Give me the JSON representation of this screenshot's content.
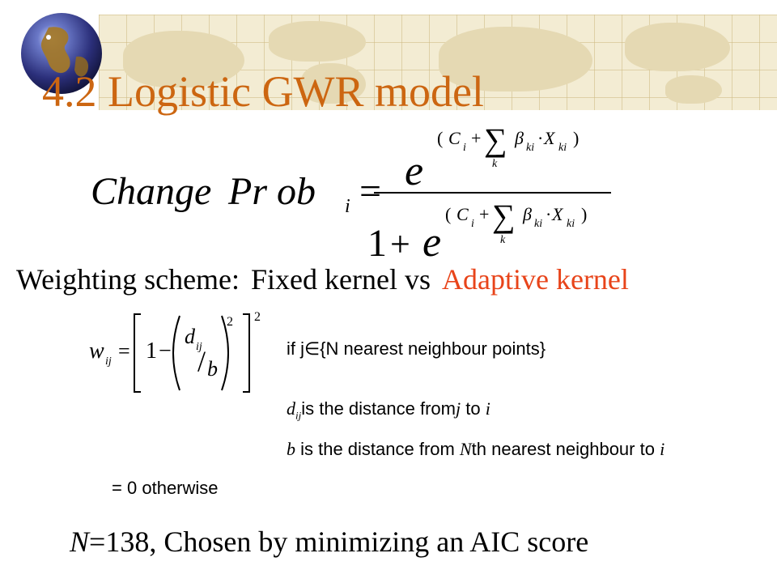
{
  "slide": {
    "title": "4.2 Logistic GWR model",
    "accent_color": "#cc6611",
    "highlight_color": "#e8441a",
    "icons": [
      "globe-icon",
      "world-map-banner"
    ]
  },
  "formula": {
    "lhs_change": "Change",
    "lhs_prob": "Pr ob",
    "lhs_sub": "i",
    "equals": "=",
    "numerator_base": "e",
    "denominator_one": "1",
    "plus": "+",
    "denominator_base": "e",
    "exp_open": "(",
    "exp_C": "C",
    "exp_C_sub": "i",
    "exp_plus": "+",
    "exp_sum": "∑",
    "exp_sum_sub": "k",
    "exp_beta": "β",
    "exp_beta_sub": "ki",
    "exp_dot": "·",
    "exp_X": "X",
    "exp_X_sub": "ki",
    "exp_close": ")"
  },
  "weighting": {
    "label": "Weighting scheme:",
    "fixed": "Fixed kernel vs",
    "adaptive": "Adaptive kernel"
  },
  "weight_equation": {
    "w": "w",
    "w_sub": "ij",
    "equals": "=",
    "one": "1",
    "minus": "−",
    "d": "d",
    "d_sub": "ij",
    "slash": "/",
    "b": "b",
    "inner_power": "2",
    "outer_power": "2"
  },
  "condition": {
    "prefix": "if  j",
    "in": "∈",
    "set": "{N nearest neighbour points}"
  },
  "definitions": {
    "d_symbol": "d",
    "d_sub": "ij",
    "d_text": "is the distance from",
    "d_j": "j",
    "d_to": " to ",
    "d_i": "i",
    "b_symbol": "b",
    "b_text": " is the distance from ",
    "b_N": "N",
    "b_rest": "th nearest neighbour to ",
    "b_i": "i"
  },
  "otherwise": {
    "equals": "=",
    "zero": "0",
    "text": "otherwise"
  },
  "footer": {
    "n": "N",
    "rest": "=138, Chosen by minimizing an AIC score"
  }
}
